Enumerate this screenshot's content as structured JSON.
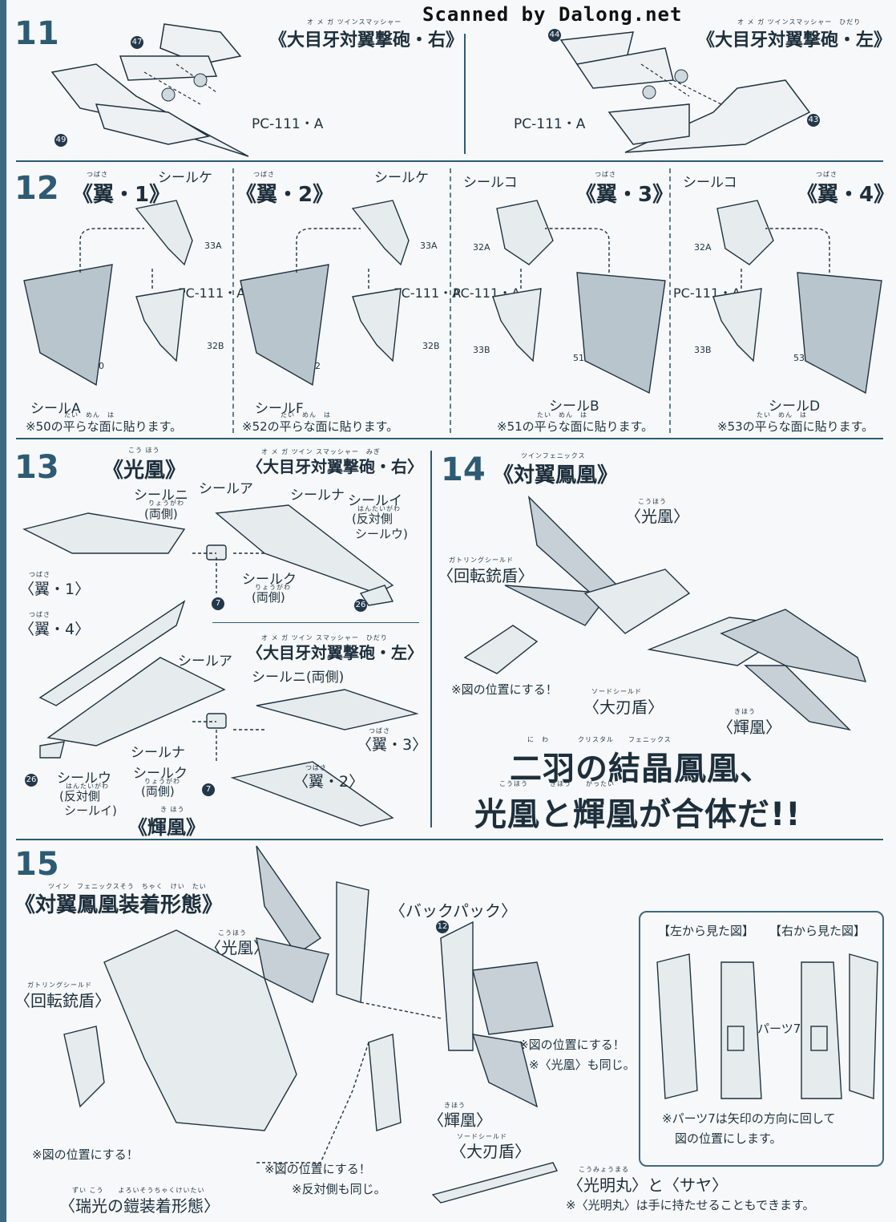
{
  "watermark": "Scanned by Dalong.net",
  "step11": {
    "num": "11",
    "title_right": "《大目牙対翼撃砲・右》",
    "ruby_right": "オ メ ガ ツインスマッシャー",
    "title_left": "《大目牙対翼撃砲・左》",
    "ruby_left": "オ メ ガ ツインスマッシャー　ひだり",
    "parts": [
      "47",
      "49",
      "44",
      "43"
    ],
    "pc_label": "PC-111・A"
  },
  "step12": {
    "num": "12",
    "ruby_wing": "つばさ",
    "panels": [
      {
        "title": "《翼・1》",
        "seal_top": "シールケ",
        "seal_bottom": "シールA",
        "part_main": "50",
        "part_a": "33A",
        "part_b": "32B",
        "pc": "PC-111・A",
        "note": "※50の平らな面に貼ります。"
      },
      {
        "title": "《翼・2》",
        "seal_top": "シールケ",
        "seal_bottom": "シールF",
        "part_main": "52",
        "part_a": "33A",
        "part_b": "32B",
        "pc": "PC-111・A",
        "note": "※52の平らな面に貼ります。"
      },
      {
        "title": "《翼・3》",
        "seal_top": "シールコ",
        "seal_bottom": "シールB",
        "part_main": "51",
        "part_a": "32A",
        "part_b": "33B",
        "pc": "PC-111・A",
        "note": "※51の平らな面に貼ります。"
      },
      {
        "title": "《翼・4》",
        "seal_top": "シールコ",
        "seal_bottom": "シールD",
        "part_main": "53",
        "part_a": "32A",
        "part_b": "33B",
        "pc": "PC-111・A",
        "note": "※53の平らな面に貼ります。"
      }
    ],
    "note_ruby": "たい　めん　は"
  },
  "step13": {
    "num": "13",
    "title": "《光凰》",
    "title_ruby": "こう ほう",
    "cannon_right": "〈大目牙対翼撃砲・右〉",
    "cannon_right_ruby": "オ メ ガ ツイン スマッシャー　みぎ",
    "cannon_left": "〈大目牙対翼撃砲・左〉",
    "cannon_left_ruby": "オ メ ガ ツイン スマッシャー　ひだり",
    "labels_top": [
      "シールニ",
      "(両側)",
      "シールア",
      "シールナ",
      "シールイ",
      "(反対側",
      "シールウ)",
      "シールク",
      "(両側)"
    ],
    "labels_bottom": [
      "シールア",
      "シールニ(両側)",
      "シールナ",
      "シールウ",
      "(反対側",
      "シールイ)",
      "シールク",
      "(両側)"
    ],
    "wing1": "〈翼・1〉",
    "wing4": "〈翼・4〉",
    "wing3": "〈翼・3〉",
    "wing2": "〈翼・2〉",
    "wing_ruby": "つばさ",
    "part7": "7",
    "part26": "26",
    "bottom_title": "《輝凰》",
    "bottom_title_ruby": "き ほう",
    "ryogawa_ruby": "りょうがわ",
    "hantai_ruby": "はんたいがわ"
  },
  "step14": {
    "num": "14",
    "title": "《対翼鳳凰》",
    "title_ruby": "ツインフェニックス",
    "kouhou": "〈光凰〉",
    "kouhou_ruby": "こうほう",
    "shield": "〈回転銃盾〉",
    "shield_ruby": "ガトリングシールド",
    "note": "※図の位置にする！",
    "sword_shield": "〈大刃盾〉",
    "sword_shield_ruby": "ソードシールド",
    "kihou": "〈輝凰〉",
    "kihou_ruby": "きほう",
    "msg1": "二羽の結晶鳳凰、",
    "msg1_ruby": "に　わ　　　　クリスタル　　フェニックス",
    "msg2": "光凰と輝凰が合体だ!!",
    "msg2_ruby": "こうほう　　　きほう　　がったい"
  },
  "step15": {
    "num": "15",
    "title": "《対翼鳳凰装着形態》",
    "title_ruby": "ツイン　フェニックスそう　ちゃく　けい　たい",
    "backpack": "〈バックパック〉",
    "part12": "12",
    "kouhou": "〈光凰〉",
    "kouhou_ruby": "こうほう",
    "shield": "〈回転銃盾〉",
    "shield_ruby": "ガトリングシールド",
    "note_pos1": "※図の位置にする！",
    "note_pos2": "※図の位置にする！",
    "note_same": "※〈光凰〉も同じ。",
    "kihou": "〈輝凰〉",
    "kihou_ruby": "きほう",
    "sword_shield": "〈大刃盾〉",
    "sword_shield_ruby": "ソードシールド",
    "note_pos3": "※図の位置にする！",
    "note_other": "※反対側も同じ。",
    "armor": "〈瑞光の鎧装着形態〉",
    "armor_ruby": "ずい こう　　よろいそうちゃくけいたい",
    "sword": "〈光明丸〉と〈サヤ〉",
    "sword_ruby": "こうみょうまる",
    "sword_note": "※〈光明丸〉は手に持たせることもできます。",
    "view_left": "【左から見た図】",
    "view_right": "【右から見た図】",
    "part7": "パーツ7",
    "rotate_note1": "※パーツ7は矢印の方向に回して",
    "rotate_note2": "図の位置にします。"
  }
}
